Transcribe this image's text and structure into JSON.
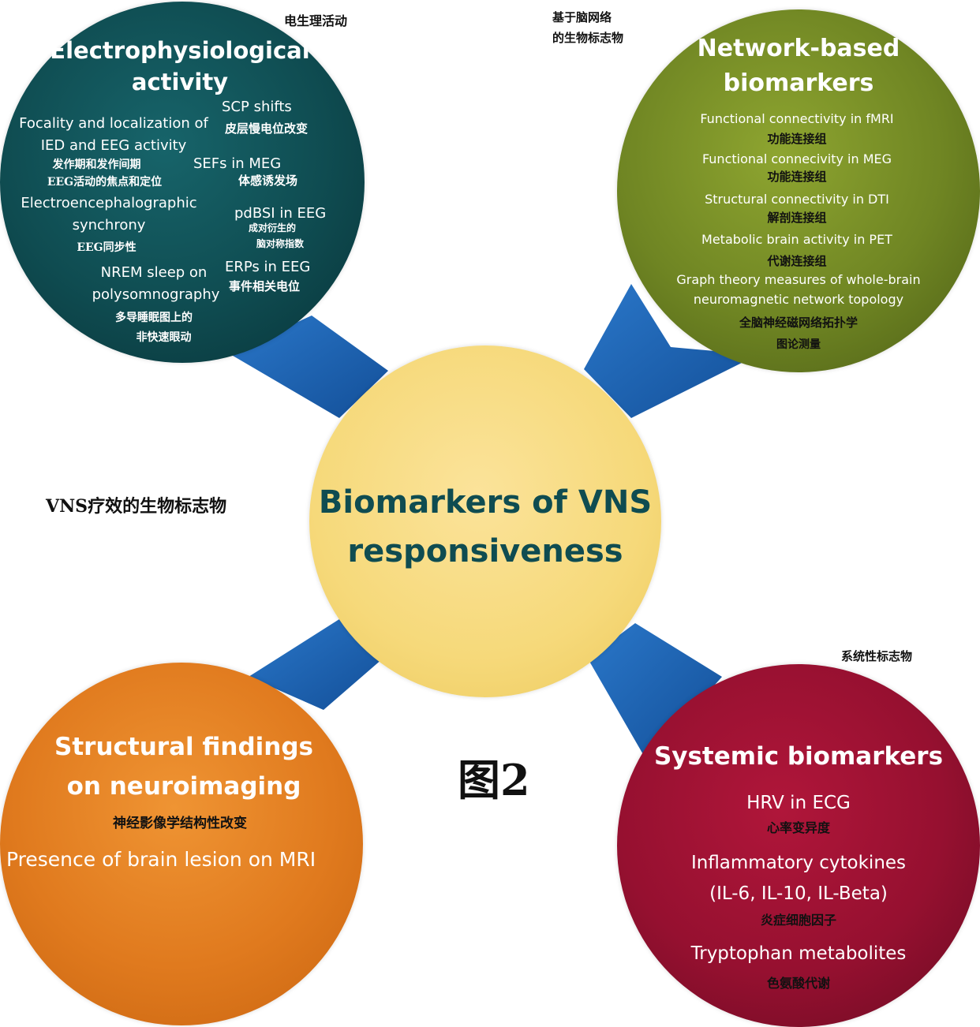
{
  "diagram": {
    "center": {
      "line1": "Biomarkers of VNS",
      "line2": "responsiveness"
    },
    "figure_label": "图2",
    "caption_left": "VNS疗效的生物标志物",
    "electrophysiological": {
      "title_line1": "Electrophysiological",
      "title_line2": "activity",
      "zh_title": "电生理活动",
      "left_items": [
        "Focality and localization of",
        "IED and EEG activity",
        "发作期和发作间期",
        "EEG活动的焦点和定位",
        "Electroencephalographic",
        "synchrony",
        "EEG同步性",
        "NREM sleep on",
        "polysomnography",
        "多导睡眠图上的",
        "非快速眼动"
      ],
      "right_items": [
        "SCP shifts",
        "皮层慢电位改变",
        "SEFs in MEG",
        "体感诱发场",
        "pdBSI in EEG",
        "成对衍生的",
        "脑对称指数",
        "ERPs in EEG",
        "事件相关电位"
      ]
    },
    "network": {
      "title_line1": "Network-based",
      "title_line2": "biomarkers",
      "zh_title_line1": "基于脑网络",
      "zh_title_line2": "的生物标志物",
      "items": [
        "Functional connectivity in fMRI",
        "功能连接组",
        "Functional connecivity in MEG",
        "功能连接组",
        "Structural connectivity in DTI",
        "解剖连接组",
        "Metabolic brain activity in PET",
        "代谢连接组",
        "Graph theory measures of whole-brain",
        "neuromagnetic network topology",
        "全脑神经磁网络拓扑学",
        "图论测量"
      ]
    },
    "structural": {
      "title_line1": "Structural findings",
      "title_line2": "on neuroimaging",
      "zh_subtitle": "神经影像学结构性改变",
      "item": "Presence of brain lesion on MRI"
    },
    "systemic": {
      "title": "Systemic biomarkers",
      "zh_title": "系统性标志物",
      "items": [
        "HRV in ECG",
        "心率变异度",
        "Inflammatory cytokines",
        "(IL-6, IL-10, IL-Beta)",
        "炎症细胞因子",
        "Tryptophan metabolites",
        "色氨酸代谢"
      ]
    },
    "colors": {
      "center": "#f6d97a",
      "center_text": "#0f4c51",
      "electrophysiological": "#0f4c51",
      "network": "#6f8523",
      "structural": "#e07a1e",
      "systemic": "#961030",
      "connector": "#1f63b4"
    }
  }
}
